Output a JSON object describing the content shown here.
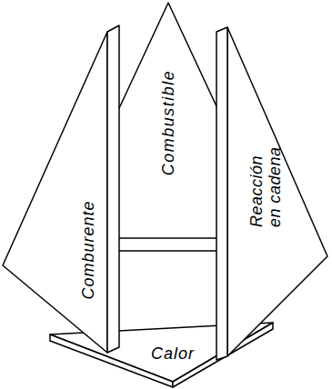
{
  "diagram": {
    "nodes": [
      {
        "text": [
          "Comburente"
        ]
      },
      {
        "text": [
          "Combustible"
        ]
      },
      {
        "text": [
          "Reacción en cadena"
        ]
      },
      {
        "text": [
          "Calor"
        ]
      }
    ]
  }
}
